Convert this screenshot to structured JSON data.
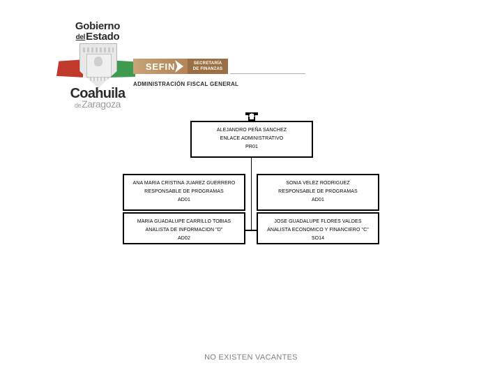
{
  "header": {
    "gobierno_line1": "Gobierno",
    "gobierno_del": "del",
    "gobierno_estado": "Estado",
    "coahuila": "Coahuila",
    "de": "de",
    "zaragoza": "Zaragoza",
    "sefin_acronym": "SEFIN",
    "sefin_full_line1": "SECRETARÍA",
    "sefin_full_line2": "DE FINANZAS",
    "department": "ADMINISTRACIÓN FISCAL GENERAL"
  },
  "org_chart": {
    "root": {
      "name": "ALEJANDRO PEÑA SANCHEZ",
      "title": "ENLACE ADMINISTRATIVO",
      "code": "PR01"
    },
    "nodes": [
      {
        "name": "ANA MARIA CRISTINA JUAREZ GUERRERO",
        "title": "RESPONSABLE DE PROGRAMAS",
        "code": "AD01"
      },
      {
        "name": "SONIA VELEZ RODRIGUEZ",
        "title": "RESPONSABLE DE PROGRAMAS",
        "code": "AD01"
      },
      {
        "name": "MARIA GUADALUPE CARRILLO TOBIAS",
        "title": "ANALISTA DE INFORMACION \"D\"",
        "code": "AD02"
      },
      {
        "name": "JOSE GUADALUPE FLORES VALDES",
        "title": "ANALISTA ECONOMICO Y FINANCIERO \"C\"",
        "code": "SO14"
      }
    ]
  },
  "footnote": "NO EXISTEN VACANTES",
  "colors": {
    "sefin_tan": "#bb9164",
    "sefin_brown": "#9a6f44",
    "ribbon_red": "#c0392b",
    "ribbon_green": "#3f9b4f",
    "footnote_gray": "#808080"
  }
}
